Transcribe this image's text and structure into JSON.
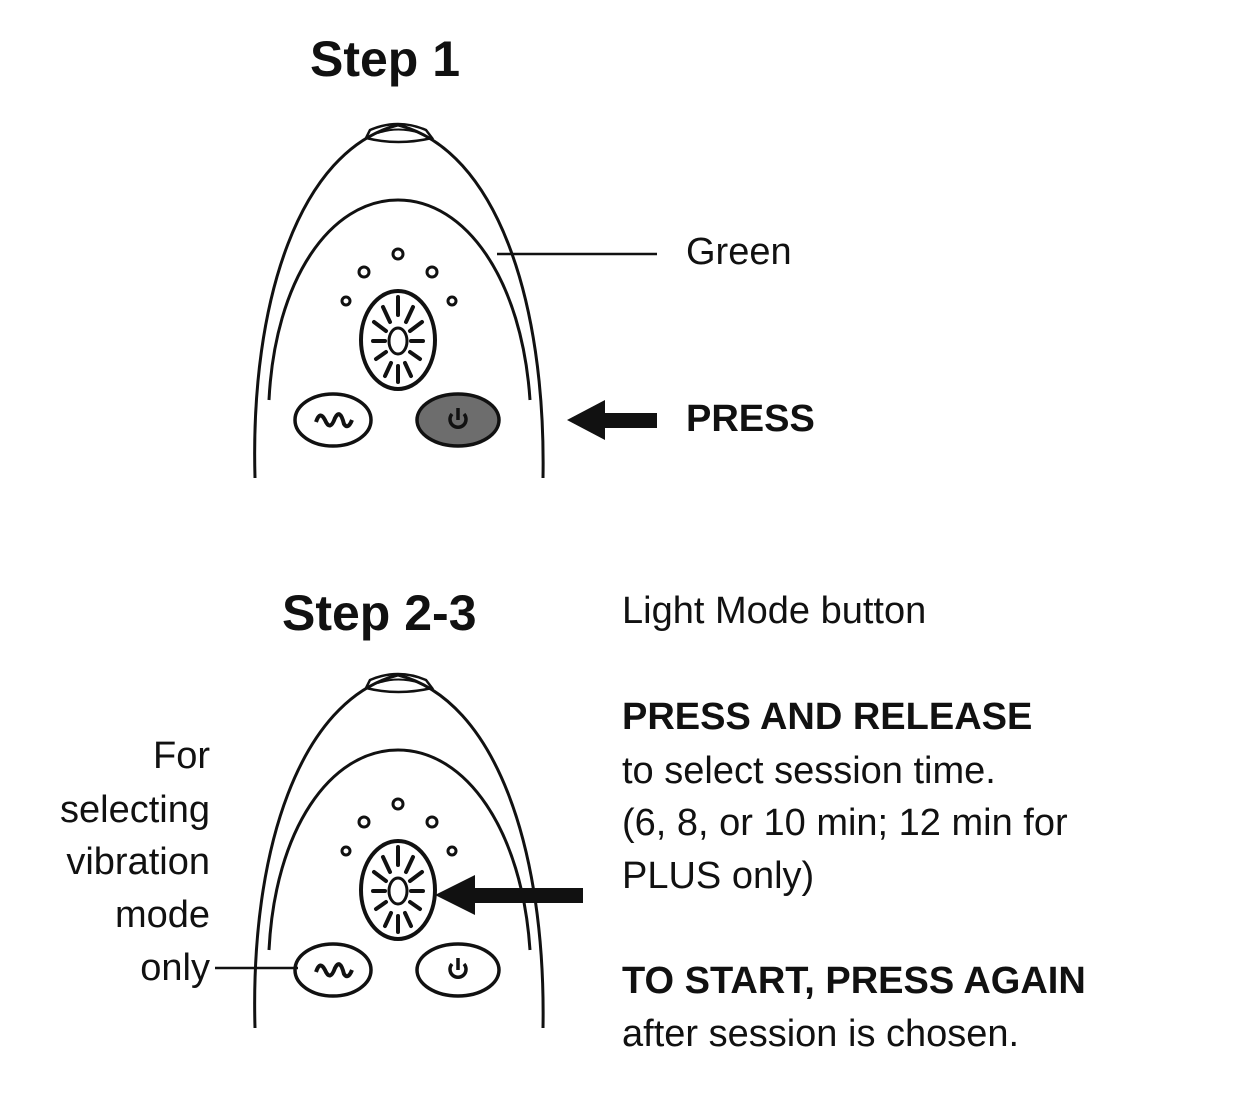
{
  "step1": {
    "title": "Step 1",
    "green_label": "Green",
    "press_label": "PRESS"
  },
  "step2": {
    "title": "Step 2-3",
    "light_mode_label": "Light Mode button",
    "press_release": "PRESS AND RELEASE",
    "select_line1": "to select session time.",
    "select_line2": "(6, 8, or 10 min; 12 min for",
    "select_line3": "PLUS only)",
    "start_label": "TO START, PRESS AGAIN",
    "start_sub": "after session is chosen.",
    "vibration_lines": [
      "For",
      "selecting",
      "vibration",
      "mode",
      "only"
    ]
  },
  "colors": {
    "power_button_active": "#6d6d6d",
    "ink": "#111111"
  }
}
